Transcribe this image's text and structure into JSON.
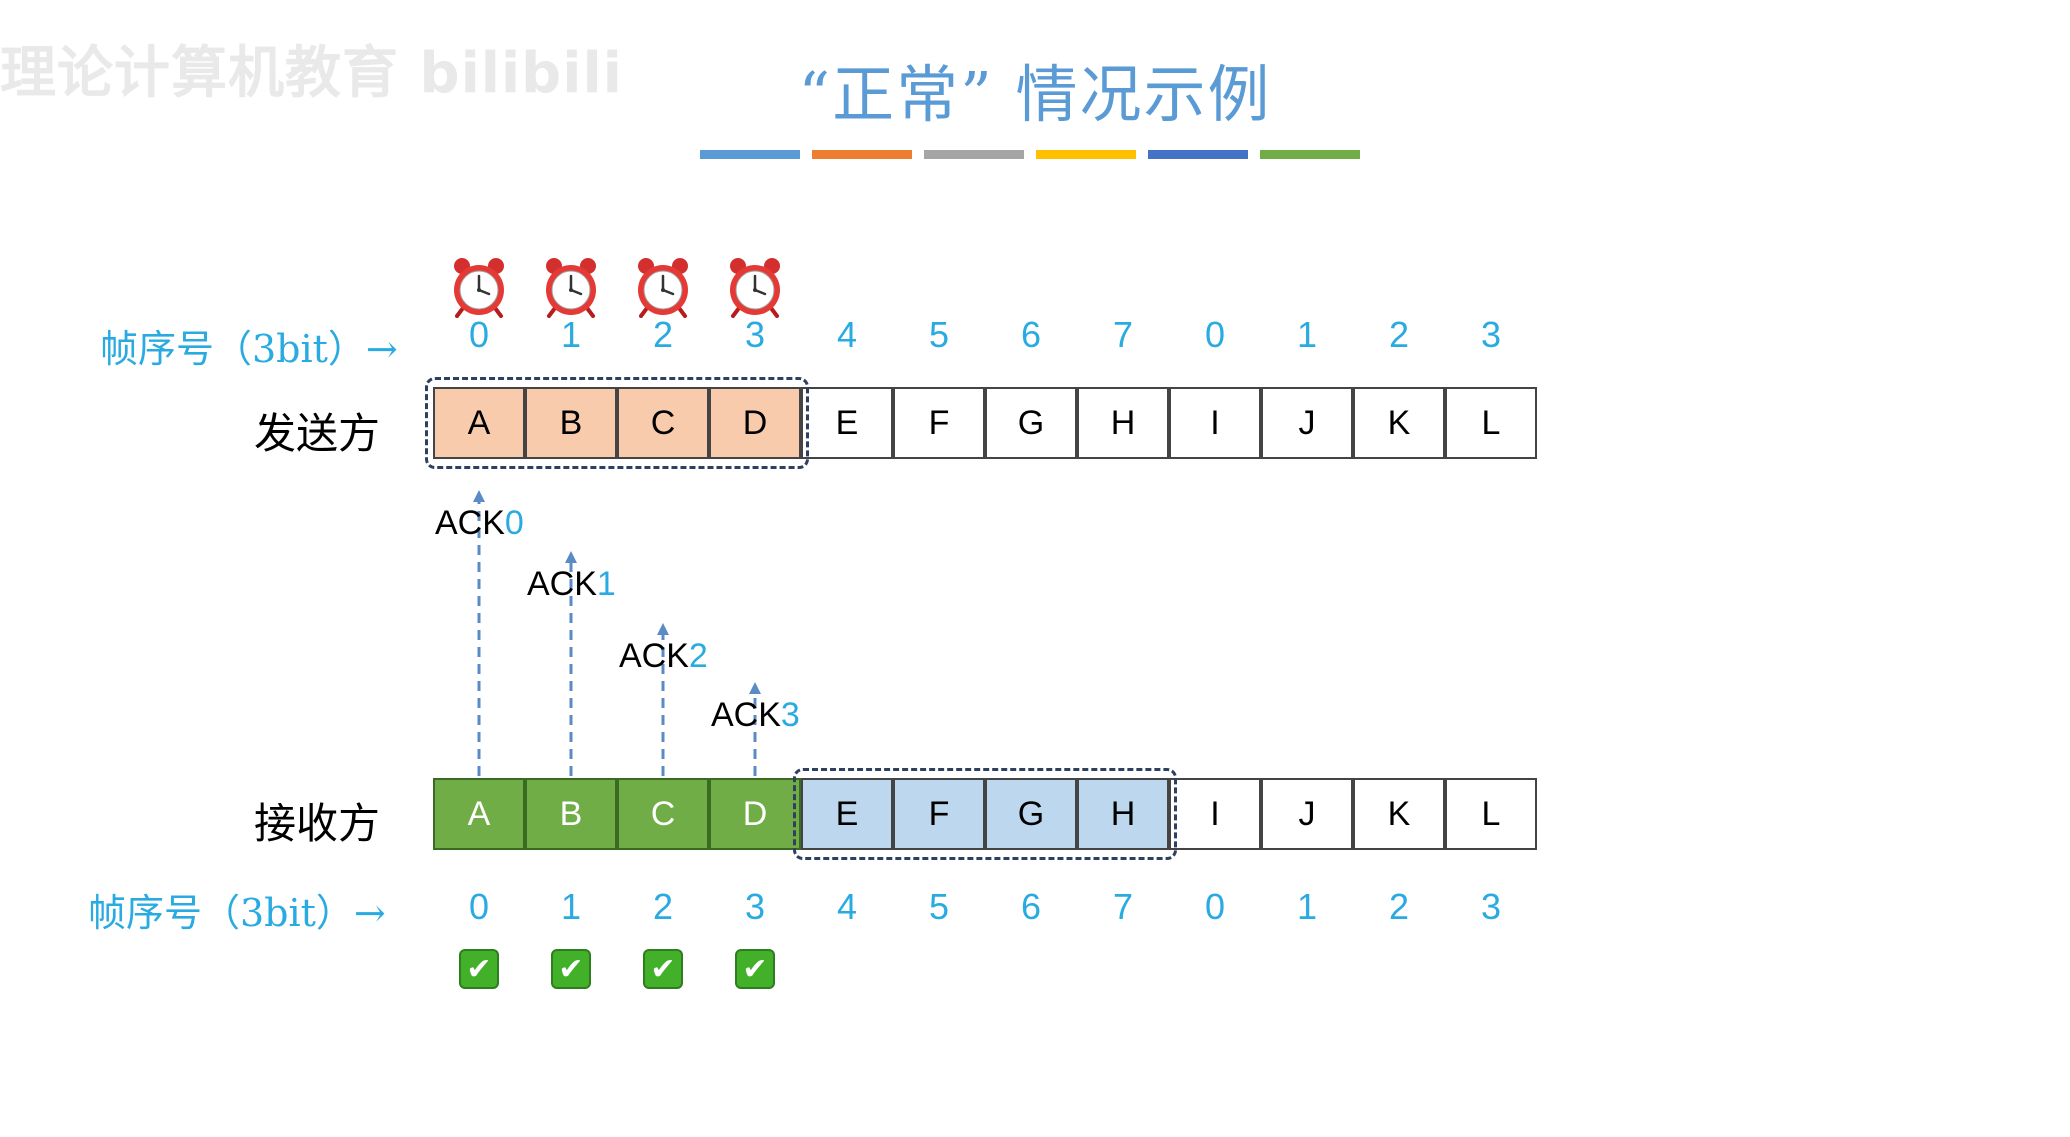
{
  "watermark": "理论计算机教育 bilibili",
  "title": {
    "open_quote": "“",
    "keyword": "正常",
    "close_quote": "”",
    "rest": " 情况示例"
  },
  "color_bars": [
    "#5b9bd5",
    "#ed7d31",
    "#a5a5a5",
    "#ffc000",
    "#4472c4",
    "#70ad47"
  ],
  "sender": {
    "label": "发送方",
    "seq_label": "帧序号（3bit）→",
    "seq_numbers": [
      "0",
      "1",
      "2",
      "3",
      "4",
      "5",
      "6",
      "7",
      "0",
      "1",
      "2",
      "3"
    ],
    "frames": [
      "A",
      "B",
      "C",
      "D",
      "E",
      "F",
      "G",
      "H",
      "I",
      "J",
      "K",
      "L"
    ],
    "sent_count": 4,
    "window_start": 0,
    "window_size": 4,
    "timer_icon": "alarm-clock-icon",
    "timer_count": 4
  },
  "receiver": {
    "label": "接收方",
    "seq_label": "帧序号（3bit）→",
    "seq_numbers": [
      "0",
      "1",
      "2",
      "3",
      "4",
      "5",
      "6",
      "7",
      "0",
      "1",
      "2",
      "3"
    ],
    "frames": [
      "A",
      "B",
      "C",
      "D",
      "E",
      "F",
      "G",
      "H",
      "I",
      "J",
      "K",
      "L"
    ],
    "received_count": 4,
    "window_start": 4,
    "window_size": 4,
    "check_icon": "check-mark-icon",
    "check_count": 4
  },
  "acks": [
    {
      "prefix": "ACK",
      "num": "0"
    },
    {
      "prefix": "ACK",
      "num": "1"
    },
    {
      "prefix": "ACK",
      "num": "2"
    },
    {
      "prefix": "ACK",
      "num": "3"
    }
  ],
  "colors": {
    "sent_frame": "#f8cbad",
    "received_frame": "#70ad47",
    "receive_window": "#bdd7ee",
    "seq_text": "#29abe2",
    "title": "#5b9bd5"
  }
}
